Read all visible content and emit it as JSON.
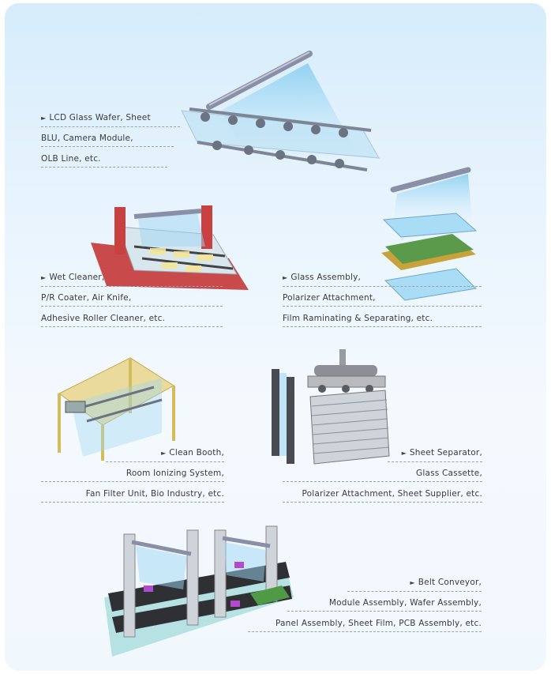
{
  "sections": [
    {
      "id": "lcd",
      "lines": [
        "LCD Glass Wafer, Sheet",
        "BLU, Camera Module,",
        "OLB Line,  etc."
      ]
    },
    {
      "id": "wet",
      "lines": [
        "Wet Cleaner,",
        "P/R Coater, Air Knife,",
        "Adhesive Roller Cleaner,  etc."
      ]
    },
    {
      "id": "glass",
      "lines": [
        "Glass Assembly,",
        "Polarizer Attachment,",
        "Film Raminating & Separating,  etc."
      ]
    },
    {
      "id": "booth",
      "lines": [
        "Clean Booth,",
        "Room Ionizing System,",
        "Fan Filter Unit, Bio Industry,  etc."
      ]
    },
    {
      "id": "sheet",
      "lines": [
        "Sheet Separator,",
        "Glass Cassette,",
        "Polarizer Attachment, Sheet Supplier,  etc."
      ]
    },
    {
      "id": "belt",
      "lines": [
        "Belt Conveyor,",
        "Module Assembly, Wafer Assembly,",
        "Panel Assembly, Sheet Film, PCB Assembly,  etc."
      ]
    }
  ],
  "bullet": "►",
  "colors": {
    "background": "#e4f2fc",
    "ionizer_bar": "#8a8fa8",
    "spray": "#9ed6f2",
    "frame_red": "#c94040",
    "booth_frame": "#e8d27a"
  }
}
